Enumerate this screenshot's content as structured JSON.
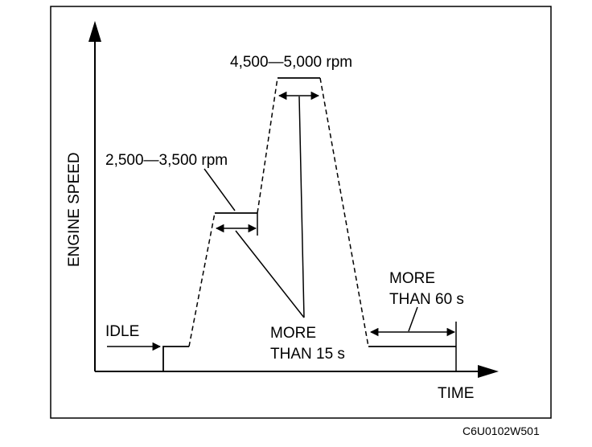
{
  "diagram": {
    "y_axis_label": "ENGINE SPEED",
    "x_axis_label": "TIME",
    "idle_label": "IDLE",
    "range_low": "2,500—3,500 rpm",
    "range_high": "4,500—5,000 rpm",
    "hold_short_line1": "MORE",
    "hold_short_line2": "THAN 15 s",
    "hold_long_line1": "MORE",
    "hold_long_line2": "THAN 60 s",
    "figure_code": "C6U0102W501"
  }
}
